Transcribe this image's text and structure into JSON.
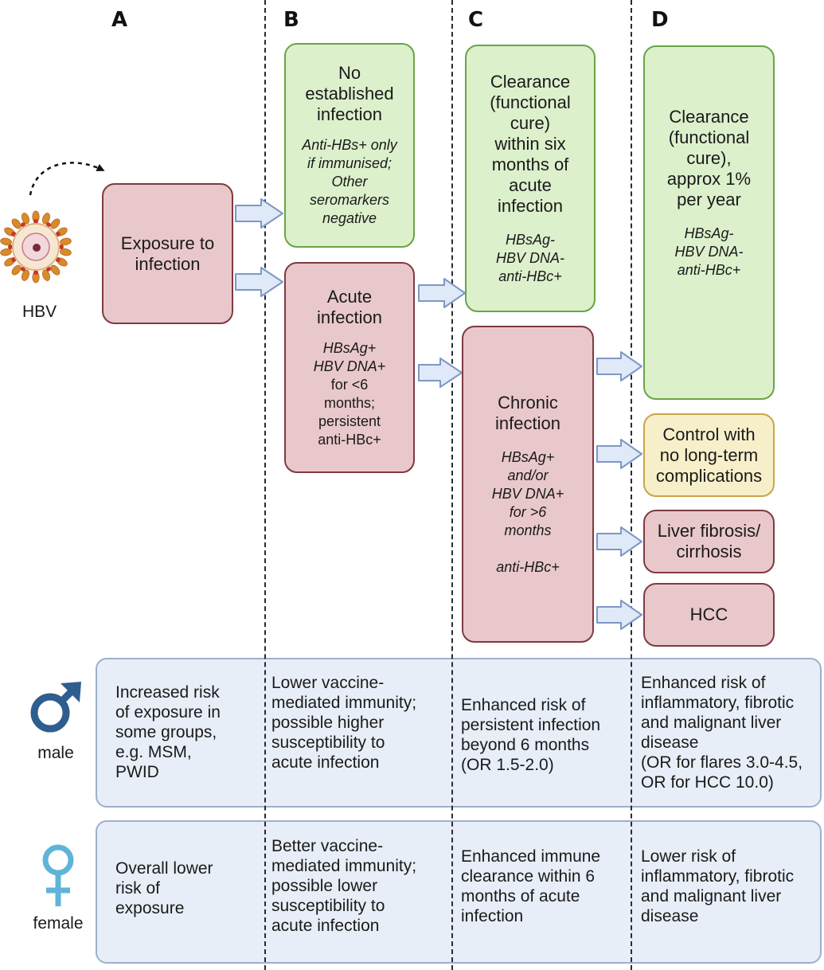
{
  "columns": [
    "A",
    "B",
    "C",
    "D"
  ],
  "virus": {
    "label": "HBV"
  },
  "boxes": {
    "exposure": {
      "title": "Exposure to\ninfection"
    },
    "no_infection": {
      "title": "No\nestablished\ninfection",
      "sub": "Anti-HBs+ only\nif immunised;\nOther\nseromarkers\nnegative"
    },
    "acute": {
      "title": "Acute\ninfection",
      "sub": "HBsAg+\nHBV DNA+",
      "note": "for <6\nmonths;\npersistent\nanti-HBc+"
    },
    "clearance_c": {
      "title": "Clearance\n(functional\ncure)\nwithin six\nmonths of\nacute\ninfection",
      "sub": "HBsAg-\nHBV DNA-\nanti-HBc+"
    },
    "chronic": {
      "title": "Chronic\ninfection",
      "sub": "HBsAg+\nand/or\nHBV DNA+\nfor >6\nmonths\n\nanti-HBc+"
    },
    "clearance_d": {
      "title": "Clearance\n(functional\ncure),\napprox 1%\nper year",
      "sub": "HBsAg-\nHBV DNA-\nanti-HBc+"
    },
    "control": {
      "title": "Control with\nno long-term\ncomplications"
    },
    "fibrosis": {
      "title": "Liver fibrosis/\ncirrhosis"
    },
    "hcc": {
      "title": "HCC"
    }
  },
  "male": {
    "label": "male",
    "icon": "male-symbol-icon",
    "color": "#2f5d8f",
    "a": "Increased risk\nof exposure in\nsome groups,\ne.g. MSM,\nPWID",
    "b": "Lower vaccine-\nmediated immunity;\npossible higher\nsusceptibility to\nacute infection",
    "c": "Enhanced risk of\npersistent infection\nbeyond 6 months\n(OR 1.5-2.0)",
    "d": "Enhanced risk of\ninflammatory, fibrotic\nand malignant liver\ndisease\n(OR for flares 3.0-4.5,\nOR for HCC 10.0)"
  },
  "female": {
    "label": "female",
    "icon": "female-symbol-icon",
    "color": "#5fb4d8",
    "a": "Overall lower\nrisk of\nexposure",
    "b": "Better vaccine-\nmediated immunity;\npossible lower\nsusceptibility to\nacute infection",
    "c": "Enhanced immune\nclearance within 6\nmonths of acute\ninfection",
    "d": "Lower risk of\ninflammatory, fibrotic\nand malignant liver\ndisease"
  }
}
